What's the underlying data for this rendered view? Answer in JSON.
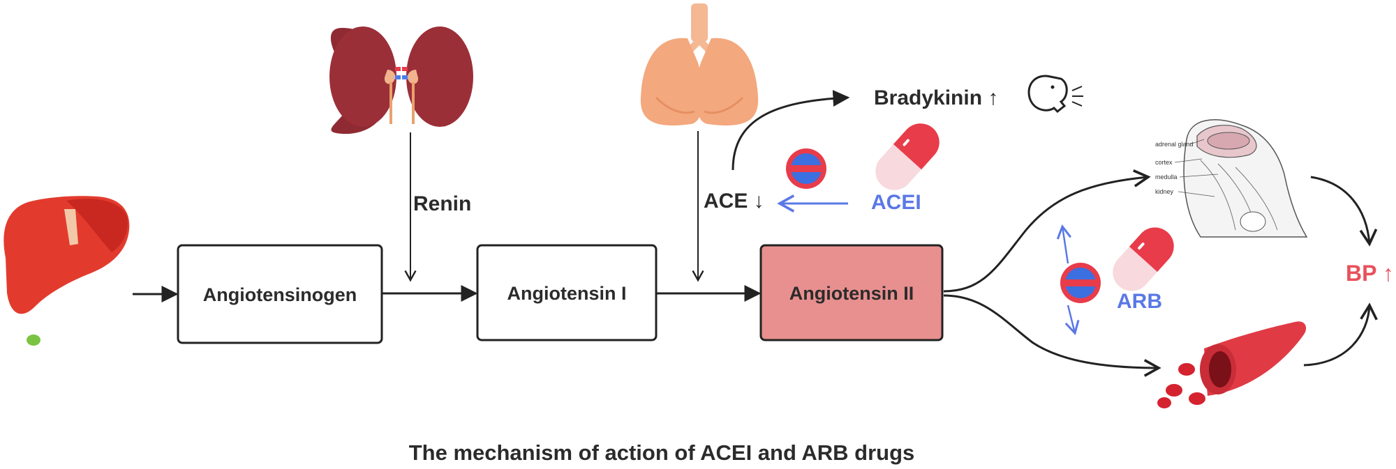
{
  "nodes": {
    "angiotensinogen": "Angiotensinogen",
    "angiotensin_1": "Angiotensin I",
    "angiotensin_2": "Angiotensin II"
  },
  "labels": {
    "renin": "Renin",
    "ace": "ACE ↓",
    "bradykinin": "Bradykinin ↑",
    "acei": "ACEI",
    "arb": "ARB",
    "bp": "BP ↑"
  },
  "adrenal_labels": {
    "adrenal_gland": "adrenal gland",
    "cortex": "cortex",
    "medulla": "medulla",
    "kidney": "kidney"
  },
  "caption": "The mechanism of action of ACEI and ARB drugs",
  "colors": {
    "arrow": "#222222",
    "inhibit_arrow": "#5a78e6",
    "drug_text": "#5a78e6",
    "bp_text": "#e8505b",
    "ang2_fill": "#e8908f",
    "box_fill": "#ffffff",
    "pill_red": "#e83c4b",
    "pill_pink": "#f7d9de",
    "inhibit_blue": "#3c6fe0",
    "inhibit_red": "#e83c4b"
  },
  "icons": [
    "liver-icon",
    "kidneys-icon",
    "lungs-icon",
    "face-sneeze-icon",
    "pill-icon",
    "inhibit-icon",
    "adrenal-gland-icon",
    "blood-vessel-icon"
  ]
}
